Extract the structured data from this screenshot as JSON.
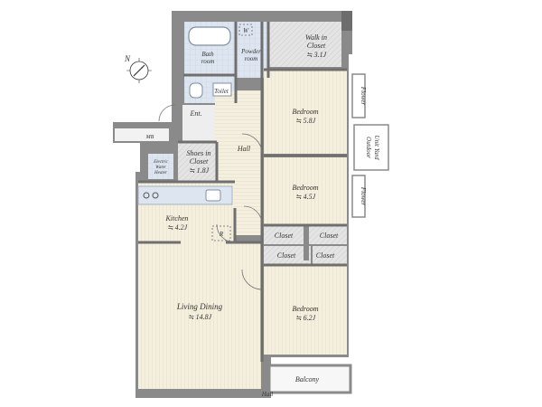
{
  "rooms": {
    "bath": {
      "name": "Bath",
      "name2": "room"
    },
    "powder": {
      "name": "Powder",
      "name2": "room"
    },
    "w_mark": "W",
    "walk_in": {
      "name": "Walk in",
      "name2": "Closet",
      "size": "≒ 3.1J"
    },
    "toilet": {
      "name": "Toilet"
    },
    "entrance": {
      "name": "Ent."
    },
    "mb": {
      "name": "MB"
    },
    "hall": {
      "name": "Hall"
    },
    "shoes": {
      "name": "Shoes in",
      "name2": "Closet",
      "size": "≒ 1.8J"
    },
    "water_heater": {
      "name": "Electric",
      "name2": "Water",
      "name3": "Heater"
    },
    "kitchen": {
      "name": "Kitchen",
      "size": "≒ 4.2J"
    },
    "fridge": "R",
    "living": {
      "name": "Living Dining",
      "size": "≒ 14.8J"
    },
    "bed1": {
      "name": "Bedroom",
      "size": "≒ 5.8J"
    },
    "bed2": {
      "name": "Bedroom",
      "size": "≒ 4.5J"
    },
    "bed3": {
      "name": "Bedroom",
      "size": "≒ 6.2J"
    },
    "closet_a": "Closet",
    "closet_b": "Closet",
    "closet_c": "Closet",
    "closet_d": "Closet",
    "flower1": "Flower",
    "flower2": "Flower",
    "outdoor": {
      "line1": "Outdoor",
      "line2": "Unit Yard"
    },
    "balcony": "Balcony"
  },
  "compass": {
    "north": "N"
  },
  "colors": {
    "wall": "#8a8a8a",
    "wood_floor": "#f4efdf",
    "wet_area": "#dde6f0",
    "closet": "#d9d9d9"
  }
}
